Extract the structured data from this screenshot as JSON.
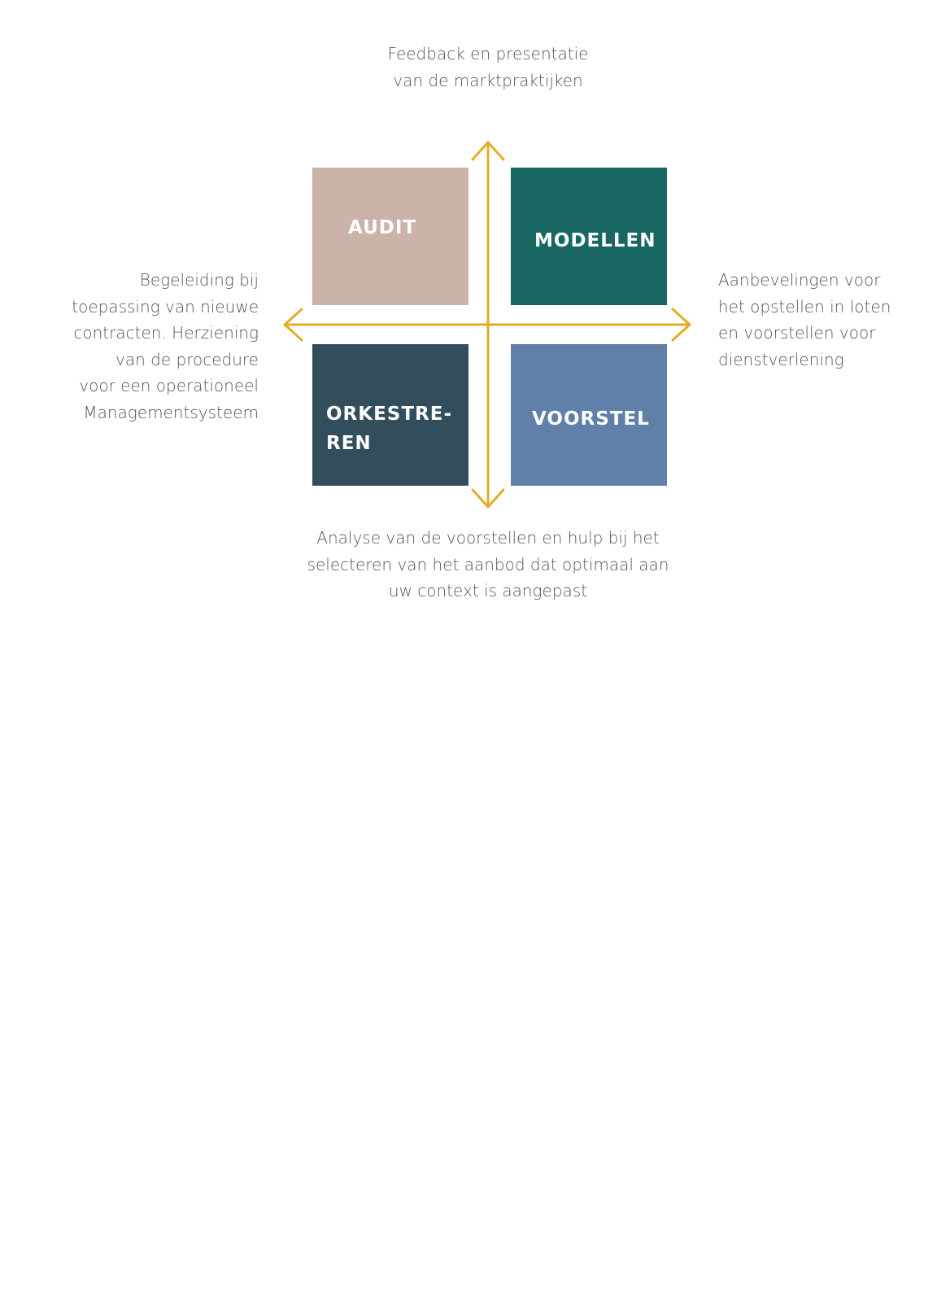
{
  "captions": {
    "top": "Feedback en presentatie\nvan de marktpraktijken",
    "left": "Begeleiding bij\ntoepassing van nieuwe\ncontracten. Herziening\nvan de procedure\nvoor een operationeel\nManagementsysteem",
    "right": "Aanbevelingen voor\nhet opstellen in loten\nen voorstellen voor\ndienstverlening",
    "bottom": "Analyse van de voorstellen en hulp bij het\nselecteren van het aanbod dat optimaal aan\nuw context is aangepast"
  },
  "quadrants": {
    "audit": {
      "label": "AUDIT",
      "color": "#cbb3a9"
    },
    "modellen": {
      "label": "MODELLEN",
      "color": "#186763"
    },
    "orkestreren": {
      "label": "ORKESTRE-\nREN",
      "color": "#324e5c"
    },
    "voorstel": {
      "label": "VOORSTEL",
      "color": "#607fa9"
    }
  },
  "axis_color": "#e2ad27"
}
